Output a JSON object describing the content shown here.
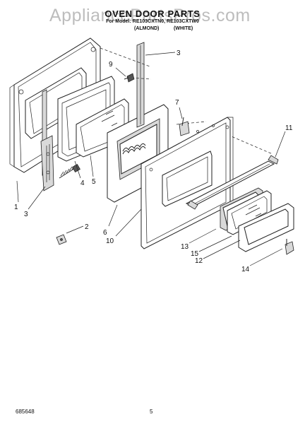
{
  "watermark": "AppliancePartsPros.com",
  "header": {
    "title": "OVEN DOOR PARTS",
    "model_line": "For Model: RE103CXTN0, RE103CXTW0",
    "variant_left": "(ALMOND)",
    "variant_right": "(WHITE)"
  },
  "callouts": [
    {
      "id": "c1",
      "label": "1"
    },
    {
      "id": "c2",
      "label": "2"
    },
    {
      "id": "c3a",
      "label": "3"
    },
    {
      "id": "c3b",
      "label": "3"
    },
    {
      "id": "c4",
      "label": "4"
    },
    {
      "id": "c5",
      "label": "5"
    },
    {
      "id": "c6",
      "label": "6"
    },
    {
      "id": "c7",
      "label": "7"
    },
    {
      "id": "c9",
      "label": "9"
    },
    {
      "id": "c10",
      "label": "10"
    },
    {
      "id": "c11",
      "label": "11"
    },
    {
      "id": "c12",
      "label": "12"
    },
    {
      "id": "c13",
      "label": "13"
    },
    {
      "id": "c14",
      "label": "14"
    },
    {
      "id": "c15",
      "label": "15"
    }
  ],
  "footer": {
    "doc_number": "685648",
    "page_number": "5"
  }
}
